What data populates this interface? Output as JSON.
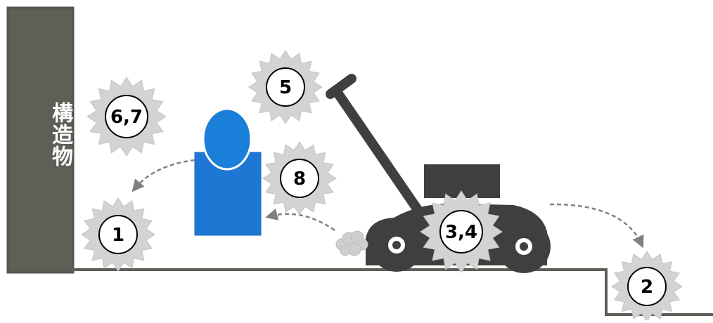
{
  "structure": {
    "label": "構造物"
  },
  "hazards": [
    {
      "id": "h1",
      "label": "1"
    },
    {
      "id": "h2",
      "label": "2"
    },
    {
      "id": "h34",
      "label": "3,4"
    },
    {
      "id": "h5",
      "label": "5"
    },
    {
      "id": "h67",
      "label": "6,7"
    },
    {
      "id": "h8",
      "label": "8"
    }
  ],
  "colors": {
    "structure": "#5f5e57",
    "ground": "#5f5e57",
    "person": "#1a7fd9",
    "person_body": "#1f77d4",
    "mower": "#3f3f3f",
    "burst": "#d3d3d3",
    "burst_stroke": "#c4c4c4",
    "arrow": "#808080",
    "dust": "#c8c8c8"
  }
}
